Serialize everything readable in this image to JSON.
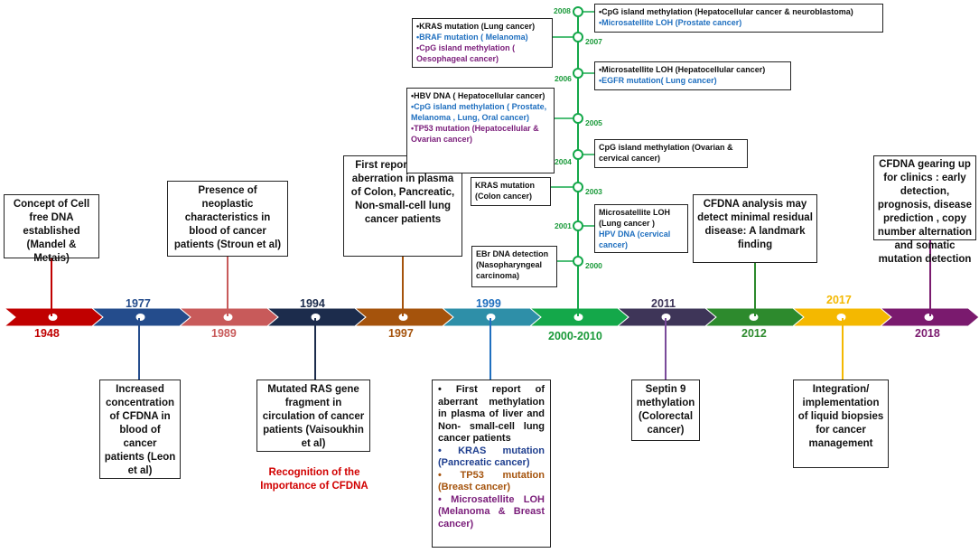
{
  "timeline": {
    "segments": [
      {
        "label": "1948",
        "color": "#c00000",
        "label_color": "#c00000"
      },
      {
        "label": "1977",
        "color": "#244c8c",
        "label_color": "#244c8c"
      },
      {
        "label": "1989",
        "color": "#c85a5a",
        "label_color": "#c85a5a"
      },
      {
        "label": "1994",
        "color": "#1c2c4c",
        "label_color": "#1c2c4c"
      },
      {
        "label": "1997",
        "color": "#a5530c",
        "label_color": "#a5530c"
      },
      {
        "label": "1999",
        "color": "#2e8fa8",
        "label_color": "#1f6fbf"
      },
      {
        "label": "2000-2010",
        "color": "#14a84a",
        "label_color": "#1a9a3a"
      },
      {
        "label": "2011",
        "color": "#3e3558",
        "label_color": "#3e3558"
      },
      {
        "label": "2012",
        "color": "#2d8a2d",
        "label_color": "#2d8a2d"
      },
      {
        "label": "2017",
        "color": "#f4b800",
        "label_color": "#f4b800"
      },
      {
        "label": "2018",
        "color": "#7a1a6e",
        "label_color": "#7a1a6e"
      }
    ]
  },
  "events": {
    "e1948": "Concept of Cell free DNA established (Mandel & Metais)",
    "e1977": "Increased concentration of CFDNA in blood of cancer patients (Leon et al)",
    "e1989": "Presence of neoplastic characteristics in blood of cancer patients (Stroun et al)",
    "e1994": "Mutated RAS gene fragment in circulation of cancer patients (Vaisoukhin et al)",
    "e1994_note": "Recognition of the Importance of CFDNA",
    "e1997": "First report of gene aberration in plasma of Colon, Pancreatic, Non-small-cell lung cancer patients",
    "e1999": {
      "l1": "• First report of aberrant methylation in plasma of liver and Non- small-cell lung cancer patients",
      "l2": "• KRAS mutation (Pancreatic cancer)",
      "l3": "• TP53 mutation (Breast cancer)",
      "l4": "• Microsatellite LOH (Melanoma & Breast cancer)"
    },
    "e2011": "Septin 9 methylation (Colorectal cancer)",
    "e2012": "CFDNA analysis may detect minimal residual disease: A landmark finding",
    "e2017": "Integration/ implementation of liquid biopsies for cancer management",
    "e2018": "CFDNA gearing up for clinics : early detection, prognosis, disease prediction , copy number alternation and somatic mutation detection"
  },
  "decade": {
    "years": [
      "2000",
      "2001",
      "2003",
      "2004",
      "2005",
      "2006",
      "2007",
      "2008"
    ],
    "y2000": "EBr DNA detection (Nasopharyngeal carcinoma)",
    "y2001_a": "Microsatellite LOH (Lung cancer )",
    "y2001_b": "HPV DNA  (cervical cancer)",
    "y2003": "KRAS mutation (Colon cancer)",
    "y2004": "CpG island methylation (Ovarian & cervical  cancer)",
    "y2005_a": "•HBV DNA ( Hepatocellular cancer)",
    "y2005_b": "•CpG island methylation ( Prostate, Melanoma , Lung, Oral cancer)",
    "y2005_c": "•TP53 mutation (Hepatocellular & Ovarian cancer)",
    "y2006_a": "•Microsatellite LOH (Hepatocellular cancer)",
    "y2006_b": "•EGFR  mutation( Lung cancer)",
    "y2007_a": "•KRAS mutation (Lung cancer)",
    "y2007_b": "•BRAF  mutation ( Melanoma)",
    "y2007_c": "•CpG island methylation ( Oesophageal cancer)",
    "y2008_a": "•CpG island methylation (Hepatocellular cancer & neuroblastoma)",
    "y2008_b": "•Microsatellite LOH (Prostate cancer)"
  }
}
